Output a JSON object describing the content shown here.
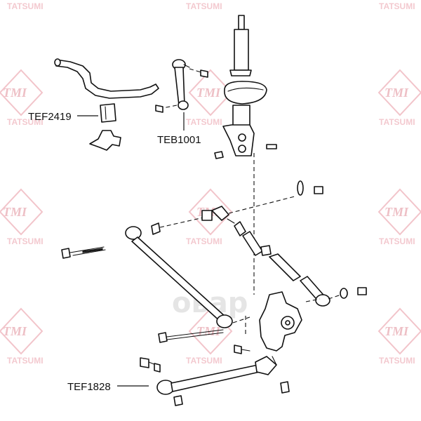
{
  "watermark": {
    "brand": "TATSUMI",
    "logo": "TMI",
    "center_text": "овар"
  },
  "labels": {
    "stabilizer_bushing": "TEF2419",
    "stabilizer_link": "TEB1001",
    "lower_arm_bushing": "TEF1828"
  }
}
